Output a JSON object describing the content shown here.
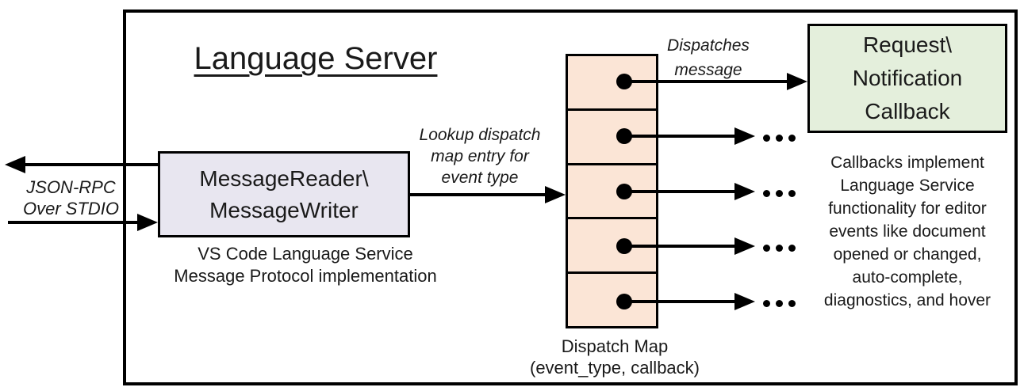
{
  "title": "Language Server",
  "reader": {
    "label_line1": "MessageReader\\",
    "label_line2": "MessageWriter",
    "caption_line1": "VS Code Language Service",
    "caption_line2": "Message Protocol implementation"
  },
  "stdio_label": {
    "line1": "JSON-RPC",
    "line2": "Over STDIO"
  },
  "lookup_label": {
    "line1": "Lookup dispatch",
    "line2": "map entry for",
    "line3": "event type"
  },
  "dispatches_label": {
    "line1": "Dispatches",
    "line2": "message"
  },
  "callback": {
    "label_line1": "Request\\",
    "label_line2": "Notification",
    "label_line3": "Callback",
    "caption_lines": [
      "Callbacks implement",
      "Language Service",
      "functionality for editor",
      "events like document",
      "opened or changed,",
      "auto-complete,",
      "diagnostics, and hover"
    ]
  },
  "dispatch_map": {
    "caption_line1": "Dispatch Map",
    "caption_line2": "(event_type, callback)",
    "cell_count": 5
  },
  "colors": {
    "reader_box_fill": "#E8E6F0",
    "dispatch_cell_fill": "#FBE5D6",
    "callback_box_fill": "#E4EFDC",
    "stroke": "#000000"
  }
}
